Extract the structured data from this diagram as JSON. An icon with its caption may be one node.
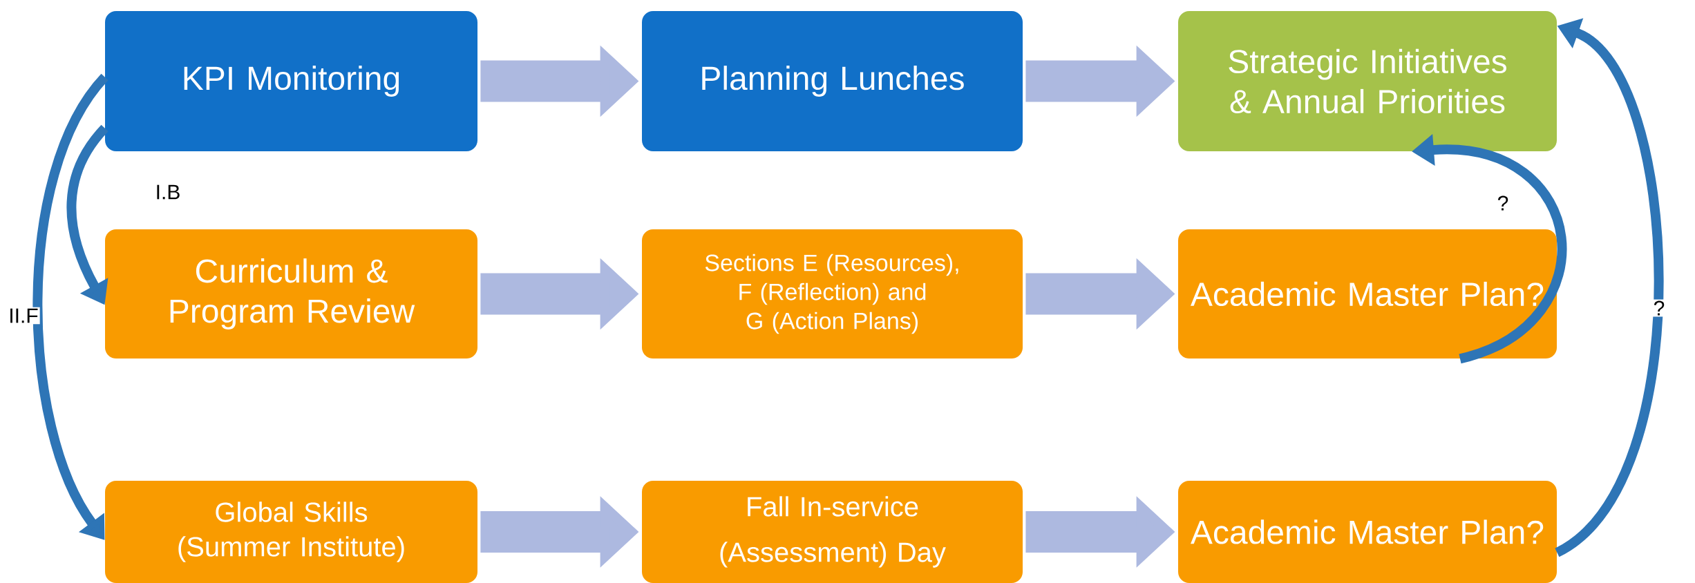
{
  "diagram": {
    "nodes": [
      {
        "text": [
          "KPI Monitoring"
        ]
      },
      {
        "text": [
          "Planning Lunches"
        ]
      },
      {
        "text": [
          "Strategic Initiatives & Annual Priorities"
        ]
      },
      {
        "text": [
          "Curriculum & Program Review"
        ]
      },
      {
        "text": [
          "Sections E (Resources), F (Reflection) and G (Action Plans)"
        ]
      },
      {
        "text": [
          "Academic Master Plan?"
        ]
      },
      {
        "text": [
          "Global Skills (Summer Institute)"
        ]
      },
      {
        "text": [
          "Fall In-service (Assessment) Day"
        ]
      },
      {
        "text": [
          "Academic Master Plan?"
        ]
      }
    ],
    "edges": [
      {
        "from": 0,
        "to": 1,
        "arrow": "to"
      },
      {
        "from": 1,
        "to": 2,
        "arrow": "to"
      },
      {
        "from": 3,
        "to": 4,
        "arrow": "to"
      },
      {
        "from": 4,
        "to": 5,
        "arrow": "to"
      },
      {
        "from": 6,
        "to": 7,
        "arrow": "to"
      },
      {
        "from": 7,
        "to": 8,
        "arrow": "to"
      },
      {
        "from": 0,
        "to": 3,
        "arrow": "to",
        "label": "I.B",
        "color": "#2e75b6"
      },
      {
        "from": 0,
        "to": 6,
        "arrow": "to",
        "label": "II.F",
        "color": "#2e75b6"
      },
      {
        "from": 5,
        "to": 2,
        "arrow": "to",
        "label": "?",
        "color": "#2e75b6"
      },
      {
        "from": 8,
        "to": 2,
        "arrow": "to",
        "label": "?",
        "color": "#2e75b6"
      }
    ]
  }
}
